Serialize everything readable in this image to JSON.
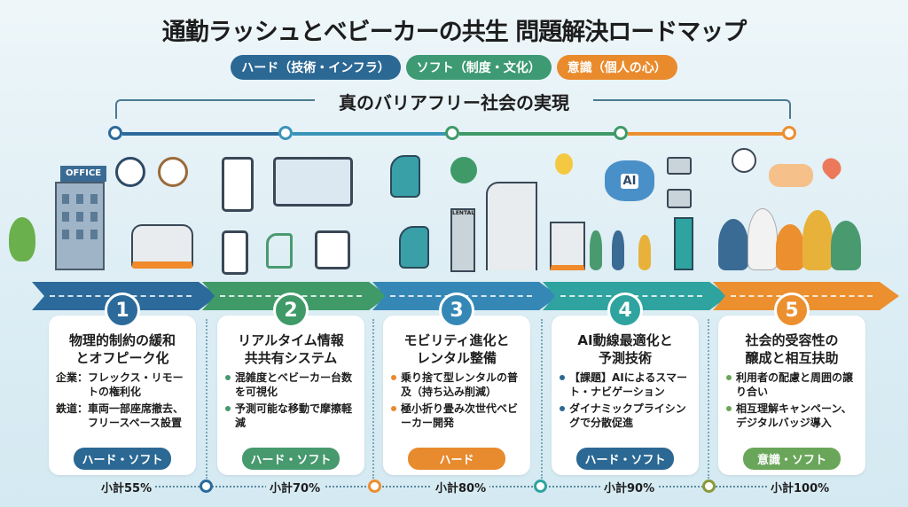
{
  "title": "通勤ラッシュとベビーカーの共生 問題解決ロードマップ",
  "legend": [
    {
      "label": "ハード（技術・インフラ）",
      "color": "#2b6894"
    },
    {
      "label": "ソフト（制度・文化）",
      "color": "#3d9a73"
    },
    {
      "label": "意識（個人の心）",
      "color": "#e98b2d"
    }
  ],
  "subtitle": "真のバリアフリー社会の実現",
  "illustration_labels": {
    "office": "OFFICE",
    "rental": "LENTAL",
    "ai": "AI"
  },
  "steps": [
    {
      "number": "1",
      "title": [
        "物理的制約の緩和",
        "とオフピーク化"
      ],
      "items": [
        {
          "label": "企業：",
          "text": "フレックス・リモートの権利化"
        },
        {
          "label": "鉄道：",
          "text": "車両一部座席撤去、フリースペース設置"
        }
      ],
      "badge": "ハード・ソフト",
      "badge_color": "#2b6894",
      "color": "#2b6a9b",
      "subtotal": "小計55%",
      "subtotal_percent": 55
    },
    {
      "number": "2",
      "title": [
        "リアルタイム情報",
        "共共有システム"
      ],
      "items": [
        {
          "text": "混雑度とベビーカー台数を可視化"
        },
        {
          "text": "予測可能な移動で摩擦軽減"
        }
      ],
      "badge": "ハード・ソフト",
      "badge_color": "#47996e",
      "color": "#3f9a68",
      "subtotal": "小計70%",
      "subtotal_percent": 70
    },
    {
      "number": "3",
      "title": [
        "モビリティ進化と",
        "レンタル整備"
      ],
      "items": [
        {
          "text": "乗り捨て型レンタルの普及（持ち込み削減）"
        },
        {
          "text": "極小折り畳み次世代ベビーカー開発"
        }
      ],
      "badge": "ハード",
      "badge_color": "#e88a2e",
      "color": "#3588b5",
      "subtotal": "小計80%",
      "subtotal_percent": 80
    },
    {
      "number": "4",
      "title": [
        "AI動線最適化と",
        "予測技術"
      ],
      "items": [
        {
          "text": "【課題】AIによるスマート・ナビゲーション"
        },
        {
          "text": "ダイナミックプライシングで分散促進"
        }
      ],
      "badge": "ハード・ソフト",
      "badge_color": "#2b6894",
      "color": "#2fa39f",
      "subtotal": "小計90%",
      "subtotal_percent": 90
    },
    {
      "number": "5",
      "title": [
        "社会的受容性の",
        "醸成と相互扶助"
      ],
      "items": [
        {
          "text": "利用者の配慮と周囲の譲り合い"
        },
        {
          "text": "相互理解キャンペーン、デジタルバッジ導入"
        }
      ],
      "badge": "意識・ソフト",
      "badge_color": "#6aa65a",
      "color": "#ec8f2f",
      "subtotal": "小計100%",
      "subtotal_percent": 100
    }
  ]
}
